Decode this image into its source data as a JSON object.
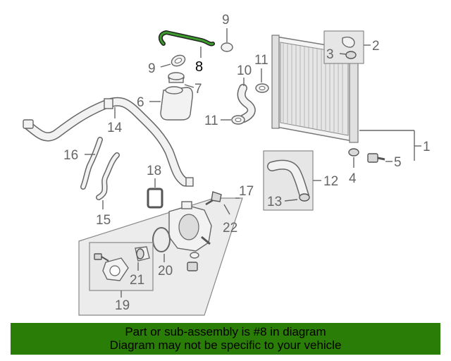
{
  "diagram": {
    "callouts": {
      "c1": "1",
      "c2": "2",
      "c3": "3",
      "c4": "4",
      "c5": "5",
      "c6": "6",
      "c7": "7",
      "c8": "8",
      "c9a": "9",
      "c9b": "9",
      "c10": "10",
      "c11a": "11",
      "c11b": "11",
      "c12": "12",
      "c13": "13",
      "c14": "14",
      "c15": "15",
      "c16": "16",
      "c17": "17",
      "c18": "18",
      "c19": "19",
      "c20": "20",
      "c21": "21",
      "c22": "22"
    },
    "highlight_color": "#1f6f12"
  },
  "banner": {
    "line1": "Part or sub-assembly is #8 in diagram",
    "line2": "Diagram may not be specific to your vehicle",
    "background": "#2a7d06"
  }
}
